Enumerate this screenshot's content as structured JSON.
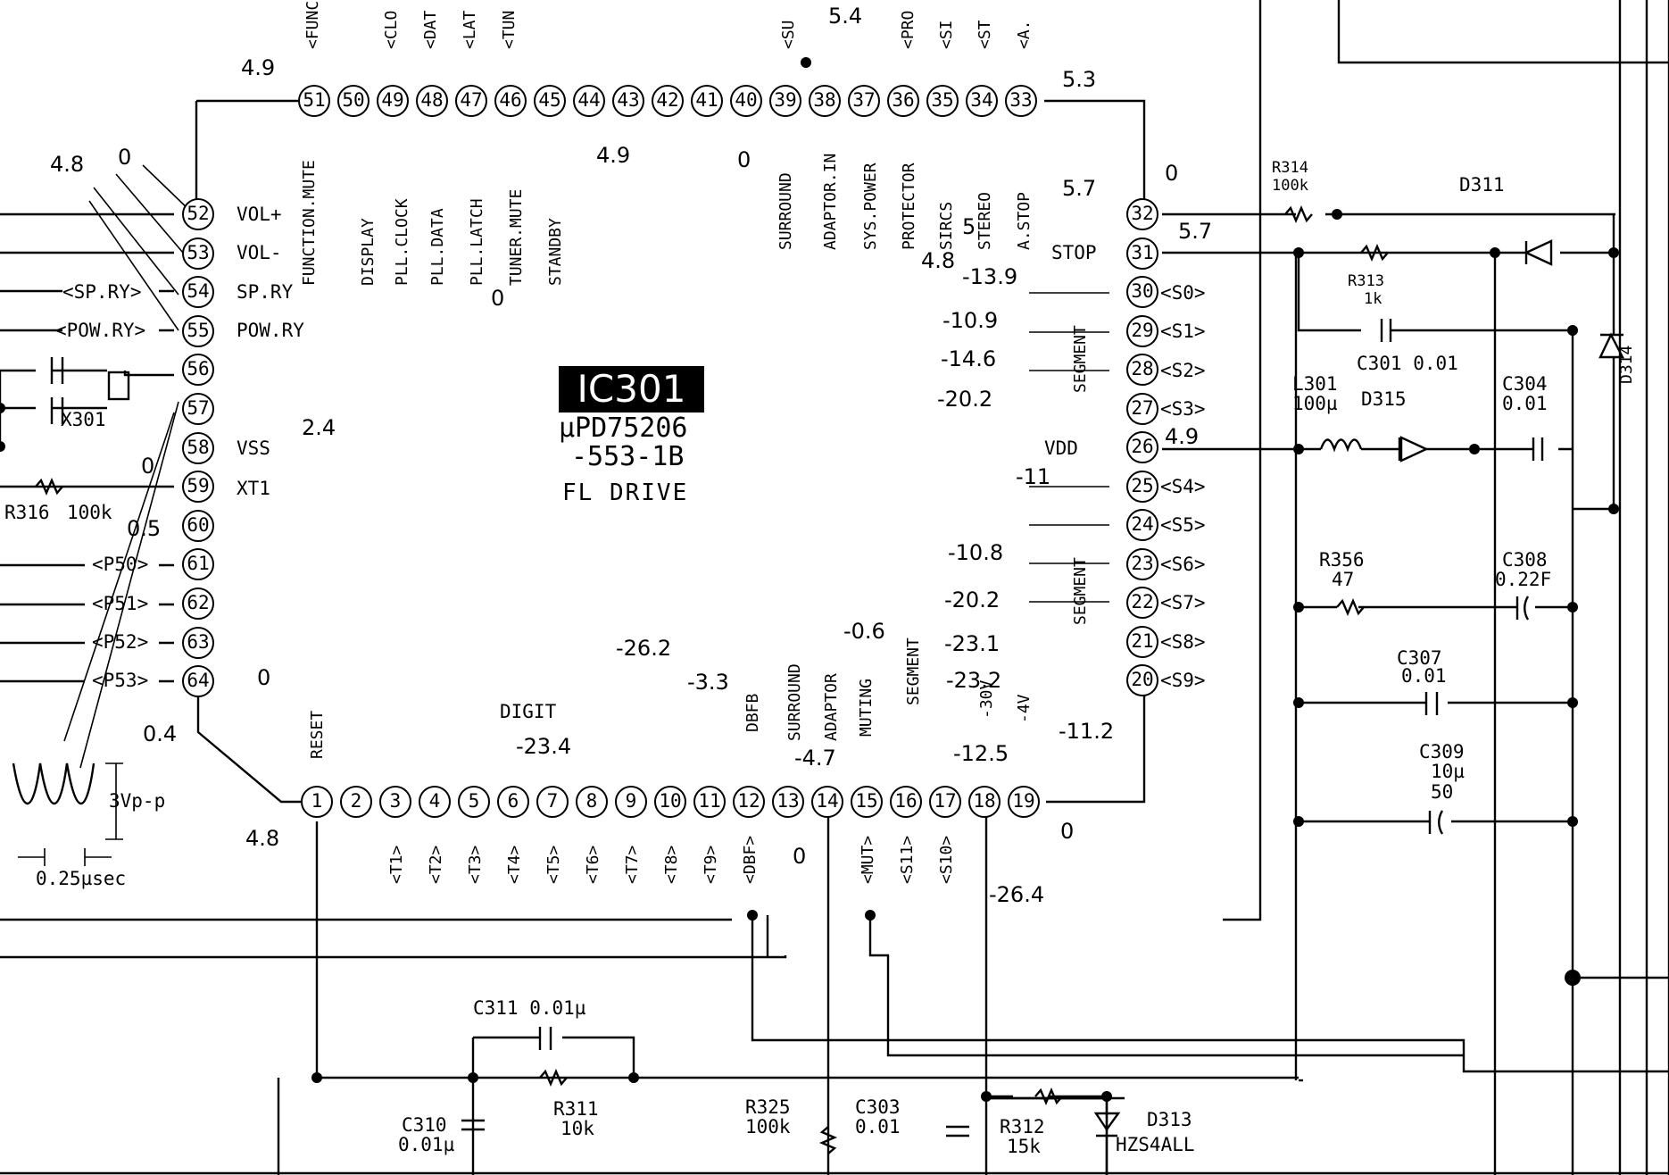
{
  "ic": {
    "name": "IC301",
    "part": "µPD75206",
    "suffix": "-553-1B",
    "function": "FL DRIVE"
  },
  "pins": {
    "top": [
      "51",
      "50",
      "49",
      "48",
      "47",
      "46",
      "45",
      "44",
      "43",
      "42",
      "41",
      "40",
      "39",
      "38",
      "37",
      "36",
      "35",
      "34",
      "33"
    ],
    "right": [
      "32",
      "31",
      "30",
      "29",
      "28",
      "27",
      "26",
      "25",
      "24",
      "23",
      "22",
      "21",
      "20"
    ],
    "bottom": [
      "1",
      "2",
      "3",
      "4",
      "5",
      "6",
      "7",
      "8",
      "9",
      "10",
      "11",
      "12",
      "13",
      "14",
      "15",
      "16",
      "17",
      "18",
      "19"
    ],
    "left": [
      "52",
      "53",
      "54",
      "55",
      "56",
      "57",
      "58",
      "59",
      "60",
      "61",
      "62",
      "63",
      "64"
    ]
  },
  "pin_labels_top": [
    "FUNCTION.MUTE",
    "DISPLAY",
    "PLL.CLOCK",
    "PLL.DATA",
    "PLL.LATCH",
    "TUNER.MUTE",
    "STANDBY",
    "SURROUND",
    "ADAPTOR.IN",
    "SYS.POWER",
    "PROTECTOR",
    "SIRCS",
    "STEREO",
    "A.STOP"
  ],
  "pin_labels_left": [
    "VOL+",
    "VOL-",
    "SP.RY",
    "POW.RY",
    "VSS",
    "XT1"
  ],
  "pin_labels_right": [
    "STOP",
    "VDD",
    "SEGMENT",
    "SEGMENT"
  ],
  "pin_labels_bottom": [
    "RESET",
    "DIGIT",
    "DBFB",
    "SURROUND",
    "ADAPTOR",
    "MUTING",
    "SEGMENT",
    "-30V",
    "-4V"
  ],
  "top_signals": [
    "FUNC",
    "CLO",
    "DAT",
    "LAT",
    "TUN",
    "SU",
    "PRO",
    "SI",
    "ST",
    "A."
  ],
  "left_signals": [
    "SP.RY",
    "POW.RY",
    "P50",
    "P51",
    "P52",
    "P53"
  ],
  "right_signals": [
    "S0",
    "S1",
    "S2",
    "S3",
    "S4",
    "S5",
    "S6",
    "S7",
    "S8",
    "S9"
  ],
  "bottom_signals": [
    "T1",
    "T2",
    "T3",
    "T4",
    "T5",
    "T6",
    "T7",
    "T8",
    "T9",
    "DBF",
    "MUT",
    "S11",
    "S10"
  ],
  "voltages": {
    "v_51": "4.9",
    "v_43": "4.9",
    "v_33": "5.3",
    "v_37": "5.4",
    "v_mid0": "0",
    "v_astop": "5.7",
    "v_sircs": "5",
    "v_prot": "4.8",
    "v_32": "0",
    "v_31": "5.7",
    "v_30": "-13.9",
    "v_29": "-10.9",
    "v_28": "-14.6",
    "v_27": "-20.2",
    "v_26": "4.9",
    "v_25": "-11",
    "v_24": "-10.8",
    "v_23": "-20.2",
    "v_22": "-23.1",
    "v_21": "-23.2",
    "v_20": "-11.2",
    "v_52a": "4.8",
    "v_52b": "0",
    "v_2_4": "2.4",
    "v_59": "0",
    "v_60": "0.5",
    "v_63": "0",
    "v_64": "0.4",
    "v_1": "4.8",
    "v_digit": "-23.4",
    "v_11": "-26.2",
    "v_12": "-3.3",
    "v_14": "0",
    "v_15": "-4.7",
    "v_16": "-0.6",
    "v_17": "-12.5",
    "v_18": "-26.4",
    "v_19": "0",
    "v_tuner": "0"
  },
  "components": {
    "r314": "R314",
    "r314v": "100k",
    "d311": "D311",
    "r313": "R313",
    "r313v": "1k",
    "c301": "C301 0.01",
    "l301": "L301",
    "l301v": "100µ",
    "d315": "D315",
    "c304": "C304",
    "c304v": "0.01",
    "d314": "D314",
    "r356": "R356",
    "r356v": "47",
    "c308": "C308",
    "c308v": "0.22F",
    "c307": "C307",
    "c307v": "0.01",
    "c309": "C309",
    "c309v": "10µ",
    "c309v2": "50",
    "x301": "X301",
    "r316": "R316",
    "r316v": "100k",
    "c311": "C311 0.01µ",
    "r311": "R311",
    "r311v": "10k",
    "c310": "C310",
    "c310v": "0.01µ",
    "r325": "R325",
    "r325v": "100k",
    "c303": "C303",
    "c303v": "0.01",
    "r312": "R312",
    "r312v": "15k",
    "d313": "D313",
    "d313v": "HZS4ALL"
  },
  "waveform": {
    "amplitude": "3Vp-p",
    "period": "0.25µsec"
  }
}
